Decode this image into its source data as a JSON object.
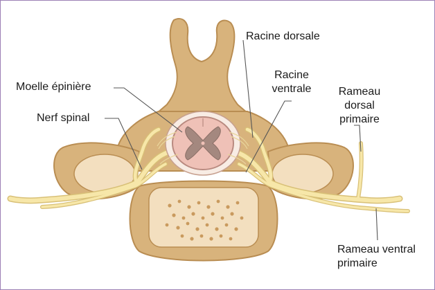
{
  "labels": {
    "dorsal_root": "Racine dorsale",
    "spinal_cord": "Moelle épinière",
    "ventral_root_line1": "Racine",
    "ventral_root_line2": "ventrale",
    "dorsal_ramus_line1": "Rameau",
    "dorsal_ramus_line2": "dorsal",
    "dorsal_ramus_line3": "primaire",
    "spinal_nerve": "Nerf spinal",
    "ventral_ramus_line1": "Rameau ventral",
    "ventral_ramus_line2": "primaire"
  },
  "colors": {
    "border": "#9b7fb5",
    "bone": "#d8b37c",
    "bone_outline": "#b98d52",
    "bone_light": "#f3dfbf",
    "nerve": "#f5e09a",
    "cord": "#efc1b7",
    "grey_matter": "#a4887f",
    "leader_line": "#555555"
  }
}
